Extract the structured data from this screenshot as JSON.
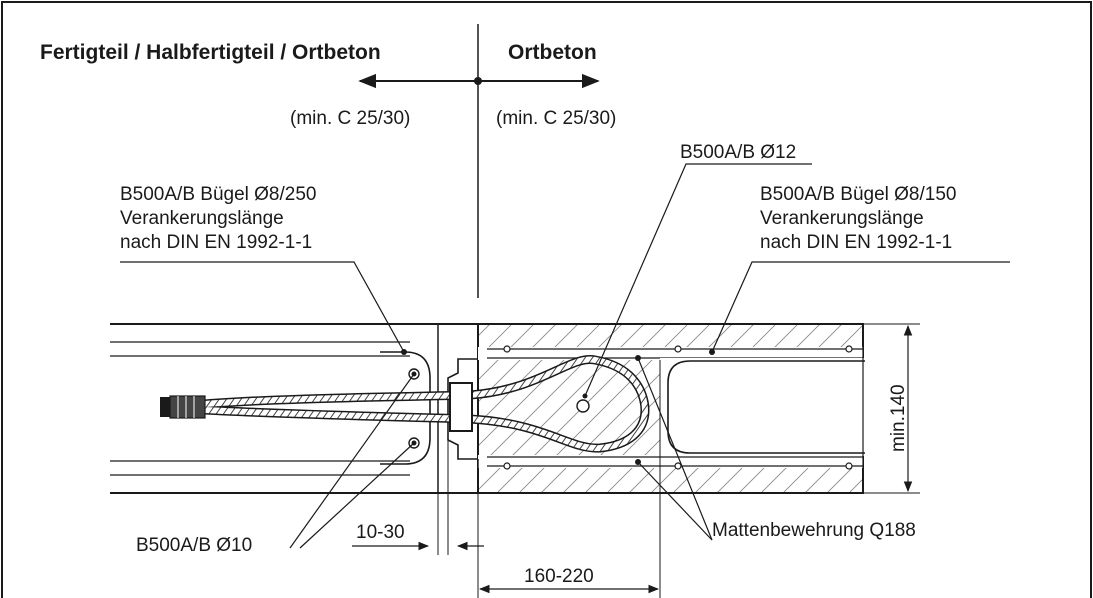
{
  "headers": {
    "left": "Fertigteil / Halbfertigteil / Ortbeton",
    "right": "Ortbeton"
  },
  "concrete_class": {
    "left": "(min. C 25/30)",
    "right": "(min. C 25/30)"
  },
  "labels": {
    "bar_12": "B500A/B Ø12",
    "stirrup_left": [
      "B500A/B Bügel Ø8/250",
      "Verankerungslänge",
      "nach DIN EN 1992-1-1"
    ],
    "stirrup_right": [
      "B500A/B Bügel Ø8/150",
      "Verankerungslänge",
      "nach DIN EN 1992-1-1"
    ],
    "bar_10": "B500A/B Ø10",
    "mesh": "Mattenbewehrung Q188"
  },
  "dimensions": {
    "gap": "10-30",
    "loop_length": "160-220",
    "slab_thickness": "min.140"
  }
}
